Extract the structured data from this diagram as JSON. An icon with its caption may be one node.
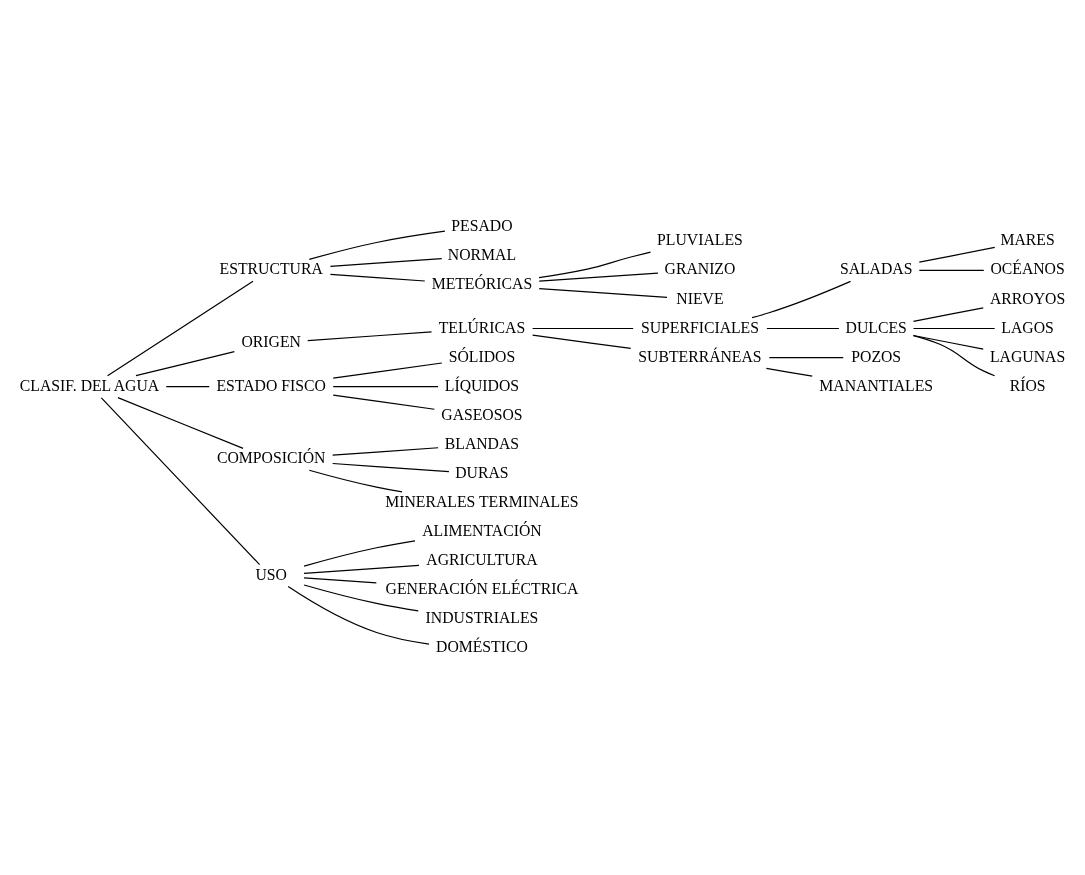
{
  "diagram": {
    "nodes": [
      {
        "text": [
          "CLASIF. DEL AGUA"
        ]
      },
      {
        "text": [
          "ESTRUCTURA"
        ]
      },
      {
        "text": [
          "PESADO"
        ]
      },
      {
        "text": [
          "NORMAL"
        ]
      },
      {
        "text": [
          "METEÓRICAS"
        ]
      },
      {
        "text": [
          "PLUVIALES"
        ]
      },
      {
        "text": [
          "GRANIZO"
        ]
      },
      {
        "text": [
          "NIEVE"
        ]
      },
      {
        "text": [
          "ORIGEN"
        ]
      },
      {
        "text": [
          "TELÚRICAS"
        ]
      },
      {
        "text": [
          "SUPERFICIALES"
        ]
      },
      {
        "text": [
          "SALADAS"
        ]
      },
      {
        "text": [
          "MARES"
        ]
      },
      {
        "text": [
          "OCÉANOS"
        ]
      },
      {
        "text": [
          "DULCES"
        ]
      },
      {
        "text": [
          "ARROYOS"
        ]
      },
      {
        "text": [
          "LAGOS"
        ]
      },
      {
        "text": [
          "LAGUNAS"
        ]
      },
      {
        "text": [
          "RÍOS"
        ]
      },
      {
        "text": [
          "SUBTERRÁNEAS"
        ]
      },
      {
        "text": [
          "POZOS"
        ]
      },
      {
        "text": [
          "MANANTIALES"
        ]
      },
      {
        "text": [
          "ESTADO FISCO"
        ]
      },
      {
        "text": [
          "SÓLIDOS"
        ]
      },
      {
        "text": [
          "LÍQUIDOS"
        ]
      },
      {
        "text": [
          "GASEOSOS"
        ]
      },
      {
        "text": [
          "COMPOSICIÓN"
        ]
      },
      {
        "text": [
          "BLANDAS"
        ]
      },
      {
        "text": [
          "DURAS"
        ]
      },
      {
        "text": [
          "MINERALES TERMINALES"
        ]
      },
      {
        "text": [
          "USO"
        ]
      },
      {
        "text": [
          "ALIMENTACIÓN"
        ]
      },
      {
        "text": [
          "AGRICULTURA"
        ]
      },
      {
        "text": [
          "GENERACIÓN ELÉCTRICA"
        ]
      },
      {
        "text": [
          "INDUSTRIALES"
        ]
      },
      {
        "text": [
          "DOMÉSTICO"
        ]
      }
    ],
    "edges": [
      {
        "from": 0,
        "to": 1,
        "arrow": "none"
      },
      {
        "from": 0,
        "to": 8,
        "arrow": "none"
      },
      {
        "from": 0,
        "to": 22,
        "arrow": "none"
      },
      {
        "from": 0,
        "to": 26,
        "arrow": "none"
      },
      {
        "from": 0,
        "to": 30,
        "arrow": "none"
      },
      {
        "from": 1,
        "to": 2,
        "arrow": "none"
      },
      {
        "from": 1,
        "to": 3,
        "arrow": "none"
      },
      {
        "from": 1,
        "to": 4,
        "arrow": "none"
      },
      {
        "from": 4,
        "to": 5,
        "arrow": "none"
      },
      {
        "from": 4,
        "to": 6,
        "arrow": "none"
      },
      {
        "from": 4,
        "to": 7,
        "arrow": "none"
      },
      {
        "from": 8,
        "to": 9,
        "arrow": "none"
      },
      {
        "from": 9,
        "to": 10,
        "arrow": "none"
      },
      {
        "from": 9,
        "to": 19,
        "arrow": "none"
      },
      {
        "from": 10,
        "to": 11,
        "arrow": "none"
      },
      {
        "from": 10,
        "to": 14,
        "arrow": "none"
      },
      {
        "from": 11,
        "to": 12,
        "arrow": "none"
      },
      {
        "from": 11,
        "to": 13,
        "arrow": "none"
      },
      {
        "from": 14,
        "to": 15,
        "arrow": "none"
      },
      {
        "from": 14,
        "to": 16,
        "arrow": "none"
      },
      {
        "from": 14,
        "to": 17,
        "arrow": "none"
      },
      {
        "from": 14,
        "to": 18,
        "arrow": "none"
      },
      {
        "from": 19,
        "to": 20,
        "arrow": "none"
      },
      {
        "from": 19,
        "to": 21,
        "arrow": "none"
      },
      {
        "from": 22,
        "to": 23,
        "arrow": "none"
      },
      {
        "from": 22,
        "to": 24,
        "arrow": "none"
      },
      {
        "from": 22,
        "to": 25,
        "arrow": "none"
      },
      {
        "from": 26,
        "to": 27,
        "arrow": "none"
      },
      {
        "from": 26,
        "to": 28,
        "arrow": "none"
      },
      {
        "from": 26,
        "to": 29,
        "arrow": "none"
      },
      {
        "from": 30,
        "to": 31,
        "arrow": "none"
      },
      {
        "from": 30,
        "to": 32,
        "arrow": "none"
      },
      {
        "from": 30,
        "to": 33,
        "arrow": "none"
      },
      {
        "from": 30,
        "to": 34,
        "arrow": "none"
      },
      {
        "from": 30,
        "to": 35,
        "arrow": "none"
      }
    ]
  }
}
